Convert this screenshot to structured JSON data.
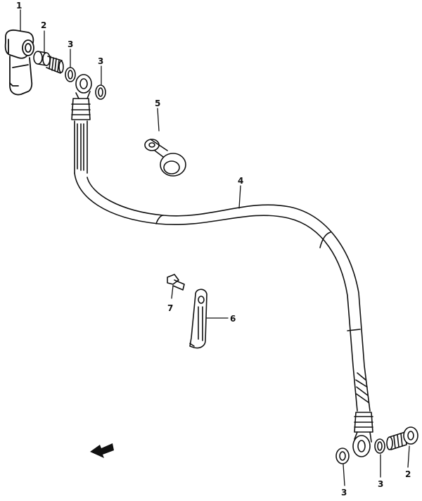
{
  "callouts": {
    "c1": "1",
    "c2_top": "2",
    "c3_a": "3",
    "c3_b": "3",
    "c5": "5",
    "c4": "4",
    "c7": "7",
    "c6": "6",
    "c3_c": "3",
    "c3_d": "3",
    "c2_bottom": "2"
  },
  "colors": {
    "ink": "#111111",
    "paper": "#ffffff"
  },
  "icons": {
    "front_arrow": "front-direction-arrow-icon"
  }
}
